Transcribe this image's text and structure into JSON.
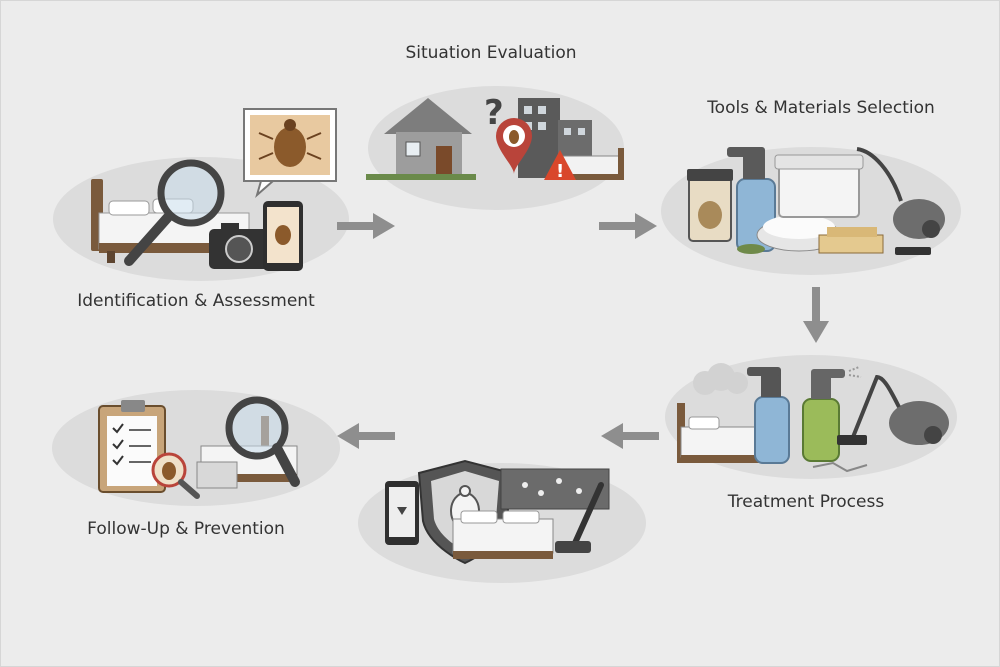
{
  "diagram": {
    "stages": [
      {
        "label": "Identification & Assessment"
      },
      {
        "label": "Situation Evaluation"
      },
      {
        "label": "Tools & Materials Selection"
      },
      {
        "label": "Treatment Process"
      },
      {
        "label": ""
      },
      {
        "label": "Follow-Up & Prevention"
      }
    ],
    "icons": {
      "situation_question": "?",
      "situation_warning": "!"
    },
    "colors": {
      "background": "#ececec",
      "blob": "#dcdcdc",
      "arrow": "#8e8e8e",
      "bed_wood": "#7a5a3c",
      "bug": "#8b5a2b"
    }
  }
}
